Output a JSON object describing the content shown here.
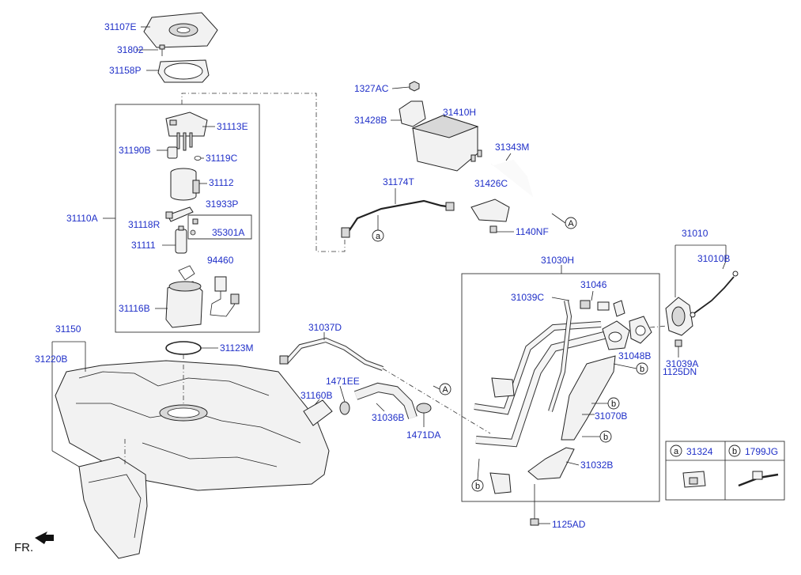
{
  "labels": {
    "p31107E": "31107E",
    "p31802": "31802",
    "p31158P": "31158P",
    "p1327AC": "1327AC",
    "p31428B": "31428B",
    "p31410H": "31410H",
    "p31113E": "31113E",
    "p31190B": "31190B",
    "p31119C": "31119C",
    "p31343M": "31343M",
    "p31112": "31112",
    "p31174T": "31174T",
    "p31426C": "31426C",
    "p31933P": "31933P",
    "p31110A": "31110A",
    "p31118R": "31118R",
    "p35301A": "35301A",
    "p1140NF": "1140NF",
    "p31010": "31010",
    "p31111": "31111",
    "p31010B": "31010B",
    "p94460": "94460",
    "p31030H": "31030H",
    "p31046": "31046",
    "p31039C": "31039C",
    "p31116B": "31116B",
    "p31150": "31150",
    "p31037D": "31037D",
    "p31123M": "31123M",
    "p31048B": "31048B",
    "p31039A": "31039A",
    "p1125DN": "1125DN",
    "p31220B": "31220B",
    "p1471EE": "1471EE",
    "p31160B": "31160B",
    "p31070B": "31070B",
    "p31036B": "31036B",
    "p1471DA": "1471DA",
    "p31032B": "31032B",
    "p1125AD": "1125AD",
    "p31324": "31324",
    "p1799JG": "1799JG"
  },
  "callouts": {
    "a": "a",
    "b": "b",
    "A": "A"
  },
  "direction": "FR."
}
